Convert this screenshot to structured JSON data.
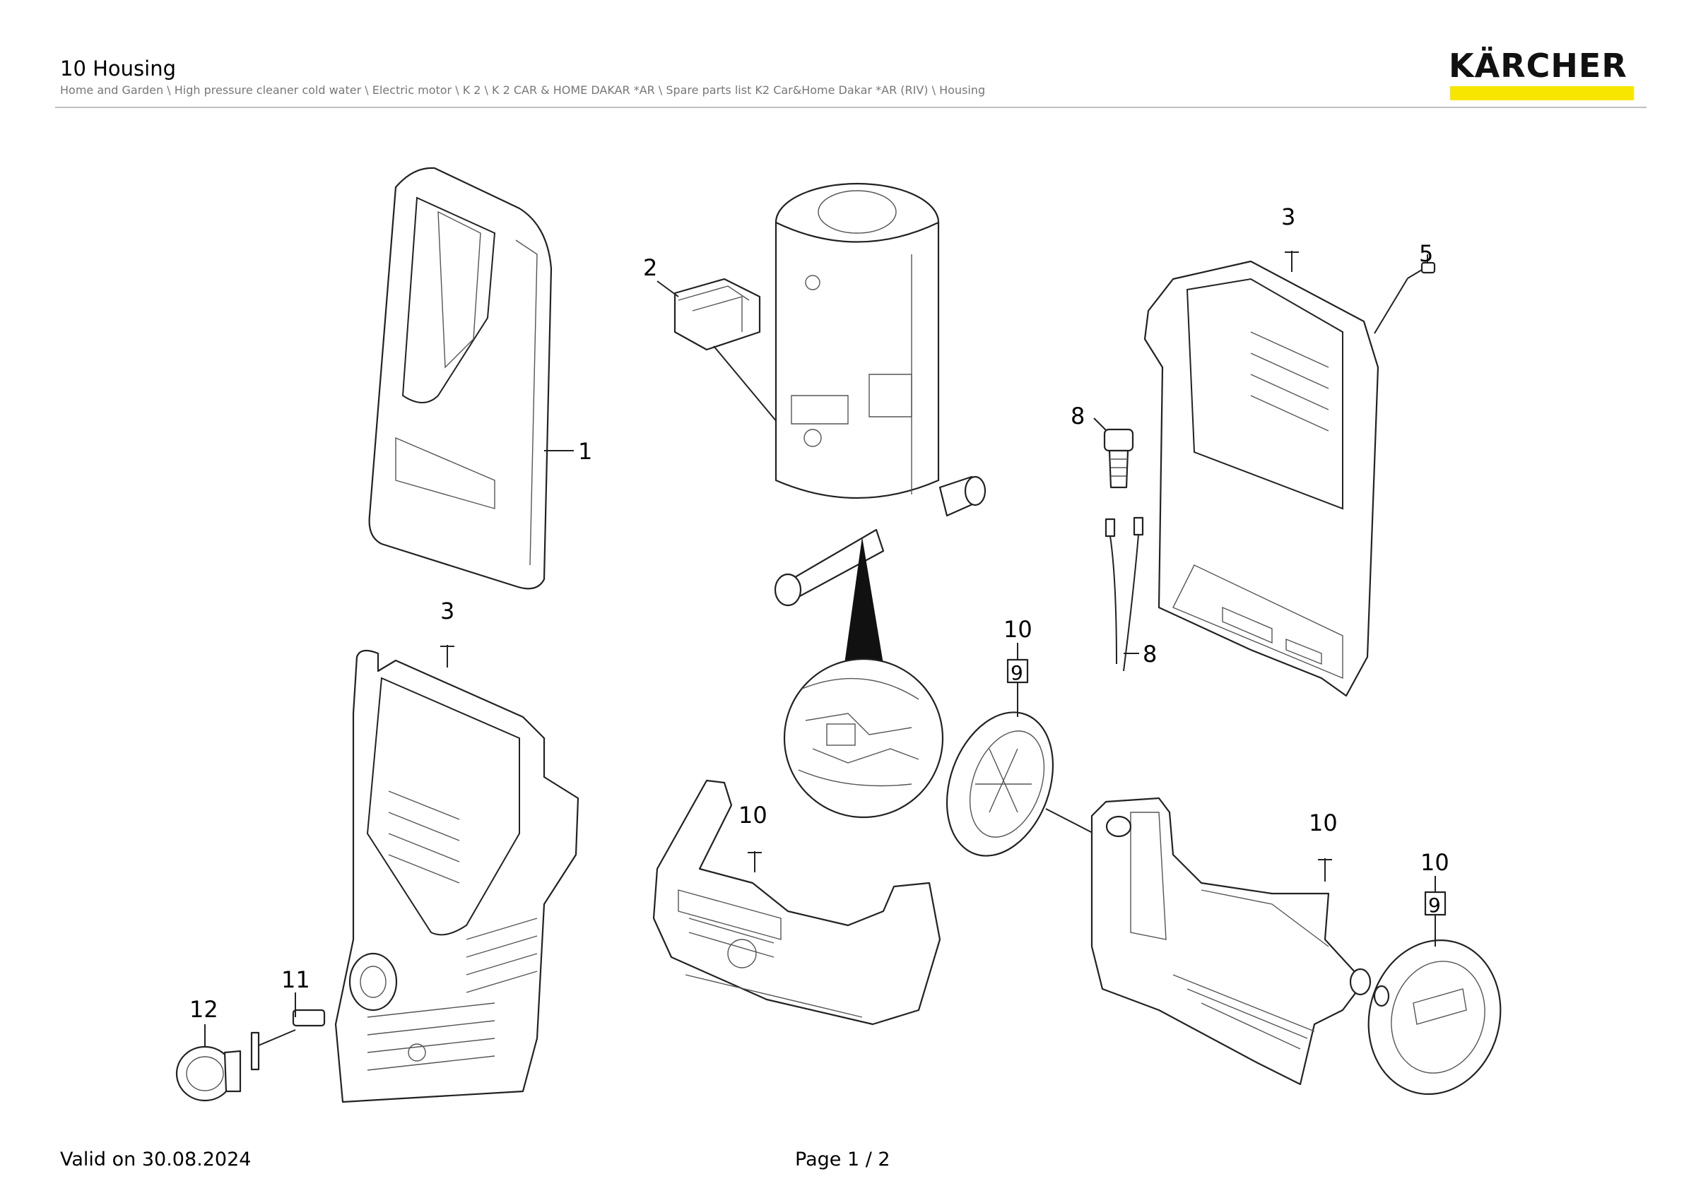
{
  "header": {
    "title": "10 Housing",
    "breadcrumb": "Home and Garden \\ High pressure cleaner cold water \\ Electric motor \\ K 2 \\ K 2 CAR & HOME DAKAR *AR \\ Spare parts list K2 Car&Home Dakar *AR (RIV) \\ Housing",
    "brand": "KÄRCHER",
    "brand_color": "#f7e600"
  },
  "callouts": {
    "c1": "1",
    "c2": "2",
    "c3a": "3",
    "c3b": "3",
    "c5": "5",
    "c8a": "8",
    "c8b": "8",
    "c9a": "9",
    "c9b": "9",
    "c10a": "10",
    "c10b": "10",
    "c10c": "10",
    "c10d": "10",
    "c11": "11",
    "c12": "12"
  },
  "footer": {
    "valid": "Valid on 30.08.2024",
    "page": "Page 1 / 2"
  }
}
